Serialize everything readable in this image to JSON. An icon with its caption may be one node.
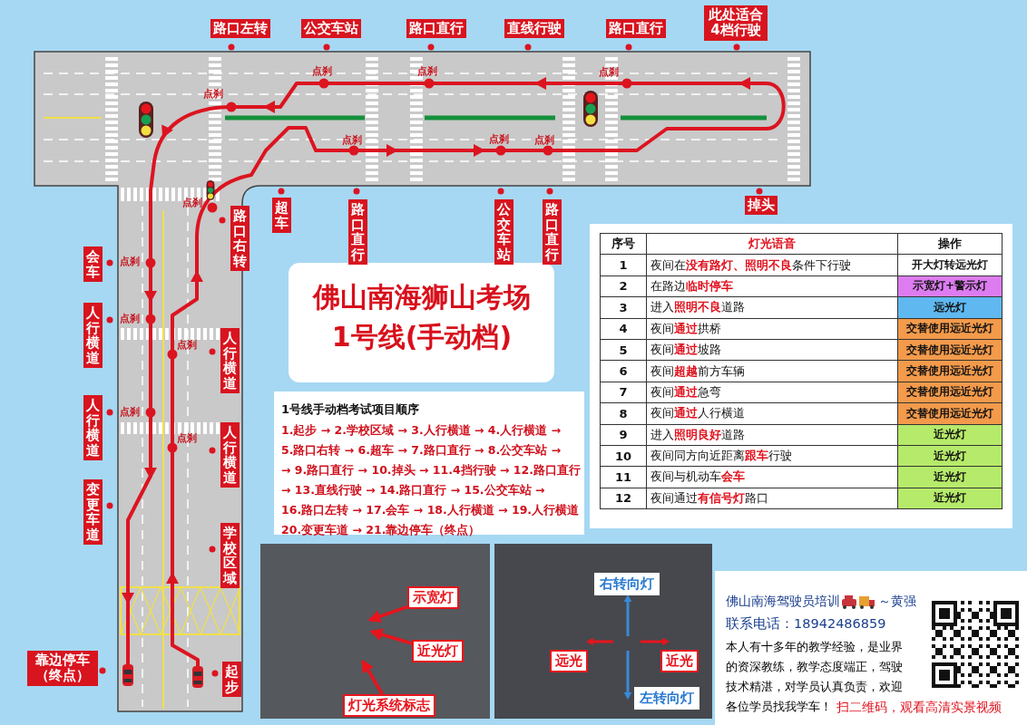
{
  "diagram": {
    "title": "佛山南海狮山考场 1号线(手动档)",
    "nodes": [
      {
        "text": [
          "路口左转"
        ]
      },
      {
        "text": [
          "公交车站"
        ]
      },
      {
        "text": [
          "路口直行"
        ]
      },
      {
        "text": [
          "直线行驶"
        ]
      },
      {
        "text": [
          "路口直行"
        ]
      },
      {
        "text": [
          "此处适合 4档行驶"
        ]
      },
      {
        "text": [
          "超车"
        ]
      },
      {
        "text": [
          "路口直行"
        ]
      },
      {
        "text": [
          "公交车站"
        ]
      },
      {
        "text": [
          "路口直行"
        ]
      },
      {
        "text": [
          "掉头"
        ]
      },
      {
        "text": [
          "路口右转"
        ]
      },
      {
        "text": [
          "会车"
        ]
      },
      {
        "text": [
          "人行横道"
        ]
      },
      {
        "text": [
          "人行横道"
        ]
      },
      {
        "text": [
          "人行横道"
        ]
      },
      {
        "text": [
          "人行横道"
        ]
      },
      {
        "text": [
          "变更车道"
        ]
      },
      {
        "text": [
          "学校区域"
        ]
      },
      {
        "text": [
          "靠边停车（终点）"
        ]
      },
      {
        "text": [
          "起步"
        ]
      },
      {
        "text": [
          "1号线手动档考试项目顺序",
          "1.起步 → 2.学校区域 → 3.人行横道 → 4.人行横道 →",
          "5.路口右转 → 6.超车 → 7.路口直行 → 8.公交车站 →",
          "→ 9.路口直行 → 10.掉头 → 11.4挡行驶 → 12.路口直行",
          "→ 13.直线行驶 → 14.路口直行 → 15.公交车站 →",
          "16.路口左转 → 17.会车 → 18.人行横道 → 19.人行横道",
          "20.变更车道 → 21.靠边停车（终点）"
        ]
      },
      {
        "text": [
          "示宽灯"
        ]
      },
      {
        "text": [
          "近光灯"
        ]
      },
      {
        "text": [
          "灯光系统标志"
        ]
      },
      {
        "text": [
          "右转向灯"
        ]
      },
      {
        "text": [
          "远光"
        ]
      },
      {
        "text": [
          "近光"
        ]
      },
      {
        "text": [
          "左转向灯"
        ]
      },
      {
        "text": [
          "佛山南海驾驶员培训",
          "～黄强",
          "联系电话：18942486859",
          "本人有十多年的教学经验，是业界的资深教练，教学态度端正，驾驶技术精湛，对学员认真负责，欢迎各位学员找我学车！",
          "扫二维码，观看高清实景视频"
        ]
      }
    ],
    "edges": [
      {
        "from": 22,
        "to": null,
        "arrow": "to"
      },
      {
        "from": 23,
        "to": null,
        "arrow": "to"
      },
      {
        "from": 24,
        "to": null,
        "arrow": "to"
      }
    ],
    "labels": [
      "点刹",
      "点刹",
      "点刹",
      "点刹",
      "点刹",
      "点刹",
      "点刹",
      "点刹",
      "点刹",
      "点刹",
      "点刹",
      "点刹",
      "点刹",
      "序号",
      "灯光语音",
      "操作",
      "1",
      "夜间在**没有路灯、照明不良**条件下行驶",
      "开大灯转远光灯",
      "2",
      "在路边**临时停车**",
      "示宽灯+警示灯",
      "3",
      "进入**照明不良**道路",
      "远光灯",
      "4",
      "夜间**通过**拱桥",
      "交替使用远近光灯",
      "5",
      "夜间**通过**坡路",
      "交替使用远近光灯",
      "6",
      "夜间**超越**前方车辆",
      "交替使用远近光灯",
      "7",
      "夜间**通过**急弯",
      "交替使用远近光灯",
      "8",
      "夜间**通过**人行横道",
      "交替使用远近光灯",
      "9",
      "进入**照明良好**道路",
      "近光灯",
      "10",
      "夜间同方向近距离**跟车**行驶",
      "近光灯",
      "11",
      "夜间与机动车**会车**",
      "近光灯",
      "12",
      "夜间通过**有信号灯**路口",
      "近光灯"
    ]
  }
}
